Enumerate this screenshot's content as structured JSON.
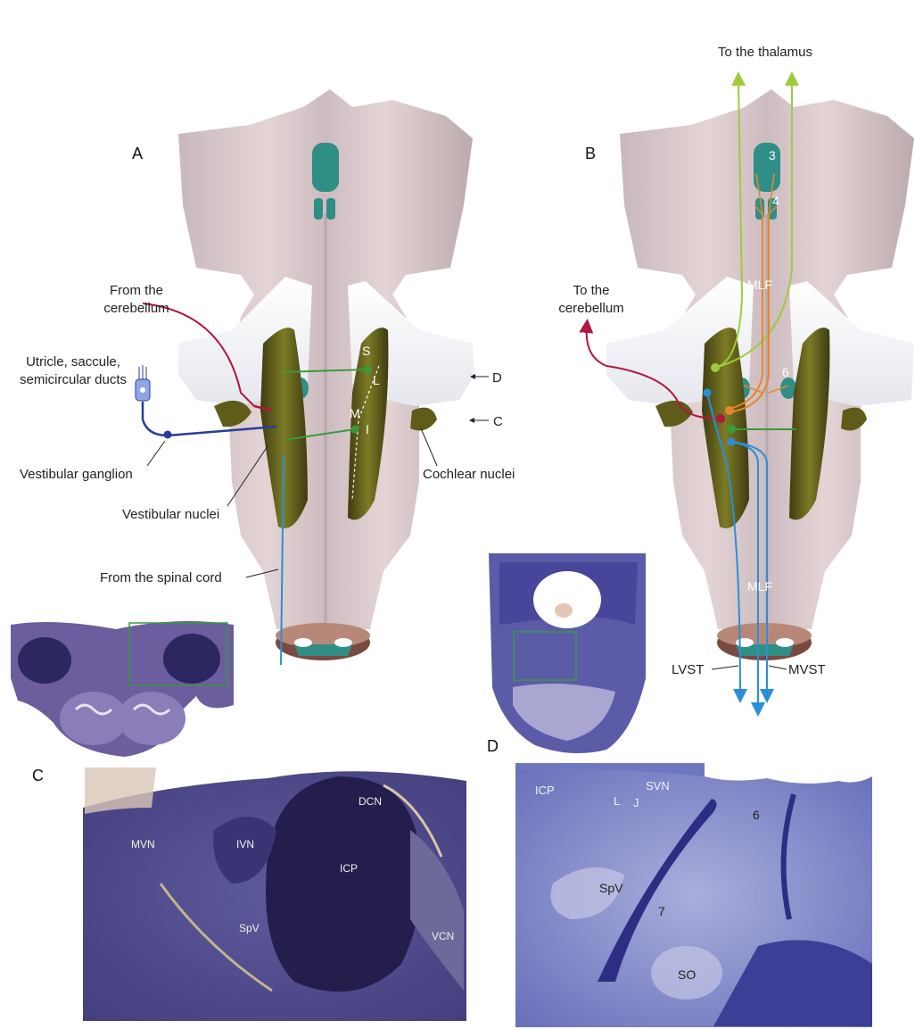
{
  "panels": {
    "a": "A",
    "b": "B",
    "c": "C",
    "d": "D"
  },
  "panel_a": {
    "from_cerebellum": [
      "From the",
      "cerebellum"
    ],
    "receptors": [
      "Utricle, saccule,",
      "semicircular ducts"
    ],
    "vestibular_ganglion": "Vestibular ganglion",
    "vestibular_nuclei": "Vestibular nuclei",
    "from_spinal_cord": "From the spinal cord",
    "cochlear_nuclei": "Cochlear nuclei",
    "section_d": "D",
    "section_c": "C",
    "nuclei_letters": {
      "s": "S",
      "l": "L",
      "m": "M",
      "i": "I"
    }
  },
  "panel_b": {
    "to_thalamus": "To the thalamus",
    "to_cerebellum": [
      "To the",
      "cerebellum"
    ],
    "mlf_upper": "MLF",
    "mlf_lower": "MLF",
    "lvst": "LVST",
    "mvst": "MVST",
    "cn3": "3",
    "cn4": "4",
    "cn6": "6"
  },
  "micro_c": {
    "dcn": "DCN",
    "mvn": "MVN",
    "ivn": "IVN",
    "icp": "ICP",
    "spv": "SpV",
    "vcn": "VCN"
  },
  "micro_d": {
    "icp": "ICP",
    "l": "L",
    "j": "J",
    "svn": "SVN",
    "n6": "6",
    "spv": "SpV",
    "n7": "7",
    "so": "SO"
  },
  "colors": {
    "brainstem": "#e2d2d4",
    "cerebellar_peduncle": "#f4f4f6",
    "vestibular_nuclei": "#6b6a1c",
    "cranial_nuclei": "#2f8f86",
    "spinal_pathway": "#2a8fd8",
    "ganglion_pathway": "#2a3c9a",
    "cerebellar_pathway": "#b0183f",
    "commissural": "#3a9a3a",
    "thalamic": "#9ccc3c",
    "mlf_ascending": "#e6862a",
    "stain": "#3b3f8c"
  }
}
